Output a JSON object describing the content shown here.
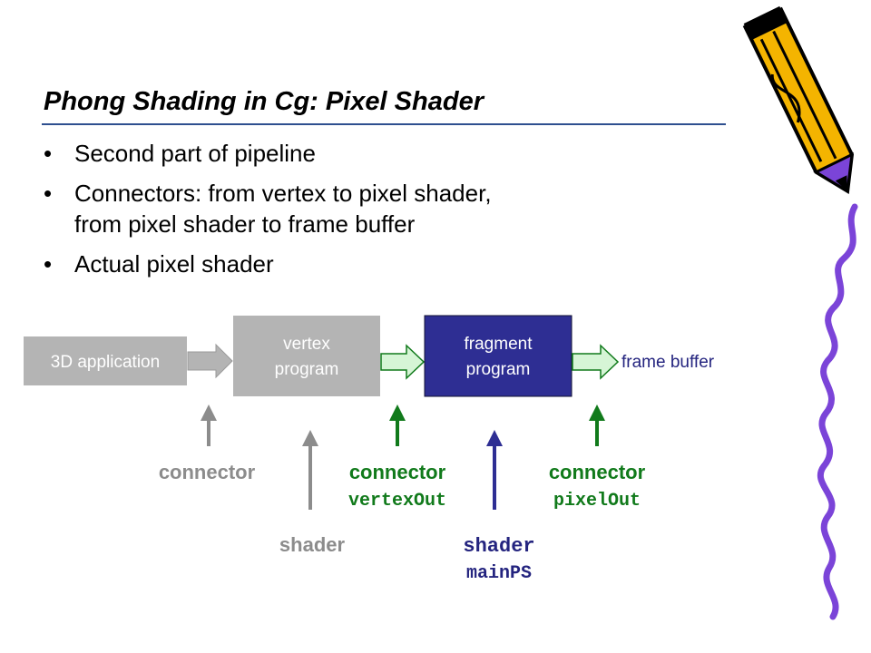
{
  "slide": {
    "title": "Phong Shading in Cg: Pixel Shader",
    "bullets": [
      {
        "lines": [
          "Second part of pipeline"
        ]
      },
      {
        "lines": [
          "Connectors: from vertex to pixel shader,",
          "from pixel shader to frame buffer"
        ]
      },
      {
        "lines": [
          "Actual pixel shader"
        ]
      }
    ]
  },
  "diagram": {
    "stages": {
      "app": "3D application",
      "vertex_line1": "vertex",
      "vertex_line2": "program",
      "fragment_line1": "fragment",
      "fragment_line2": "program",
      "output": "frame buffer"
    },
    "labels": {
      "connector_gray": "connector",
      "shader_gray": "shader",
      "connector_green_1": "connector",
      "connector_green_1_type": "vertexOut",
      "shader_blue": "shader",
      "shader_blue_name": "mainPS",
      "connector_green_2": "connector",
      "connector_green_2_type": "pixelOut"
    }
  },
  "colors": {
    "gray_box": "#b4b4b4",
    "gray_label": "#8c8c8c",
    "blue_box": "#2e2e93",
    "blue_label": "#24247f",
    "green_arrow": "#117a1b",
    "green_fill": "#d6f5d6",
    "title_rule": "#2e4f8f"
  },
  "decorations": {
    "pencil": "pencil-icon",
    "squiggle": "squiggle-border"
  }
}
